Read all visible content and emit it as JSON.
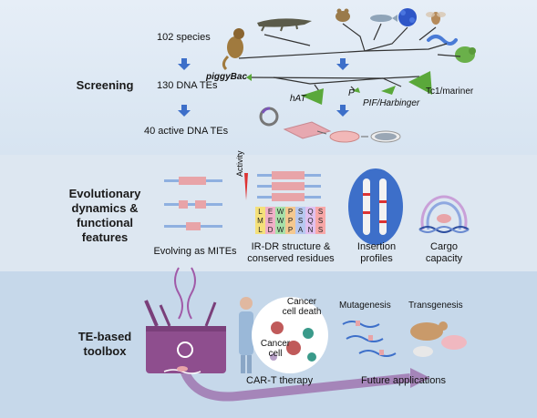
{
  "sections": {
    "screening": "Screening",
    "evo_line1": "Evolutionary",
    "evo_line2": "dynamics &",
    "evo_line3": "functional",
    "evo_line4": "features",
    "toolbox_line1": "TE-based",
    "toolbox_line2": "toolbox"
  },
  "screening": {
    "species": "102 species",
    "dna_tes": "130 DNA TEs",
    "active_tes": "40 active DNA TEs",
    "families": {
      "piggybac": "piggyBac",
      "hat": "hAT",
      "p": "P",
      "pif": "PIF/Harbinger",
      "tc1": "Tc1/mariner"
    }
  },
  "features": {
    "mites": "Evolving as MITEs",
    "irdr_line1": "IR-DR structure &",
    "irdr_line2": "conserved residues",
    "insertion_line1": "Insertion",
    "insertion_line2": "profiles",
    "cargo_line1": "Cargo",
    "cargo_line2": "capacity",
    "activity": "Activity",
    "residues": [
      [
        "L",
        "E",
        "W",
        "P",
        "S",
        "Q",
        "S"
      ],
      [
        "M",
        "E",
        "W",
        "P",
        "S",
        "Q",
        "S"
      ],
      [
        "L",
        "D",
        "W",
        "P",
        "A",
        "N",
        "S"
      ]
    ]
  },
  "toolbox": {
    "cancer_death_line1": "Cancer",
    "cancer_death_line2": "cell death",
    "cancer_cell_line1": "Cancer",
    "cancer_cell_line2": "cell",
    "cart": "CAR-T therapy",
    "mutagenesis": "Mutagenesis",
    "transgenesis": "Transgenesis",
    "future": "Future applications"
  },
  "colors": {
    "accent_green": "#5aa83a",
    "accent_purple": "#9a5a9a",
    "accent_pink": "#e8a4a8"
  }
}
